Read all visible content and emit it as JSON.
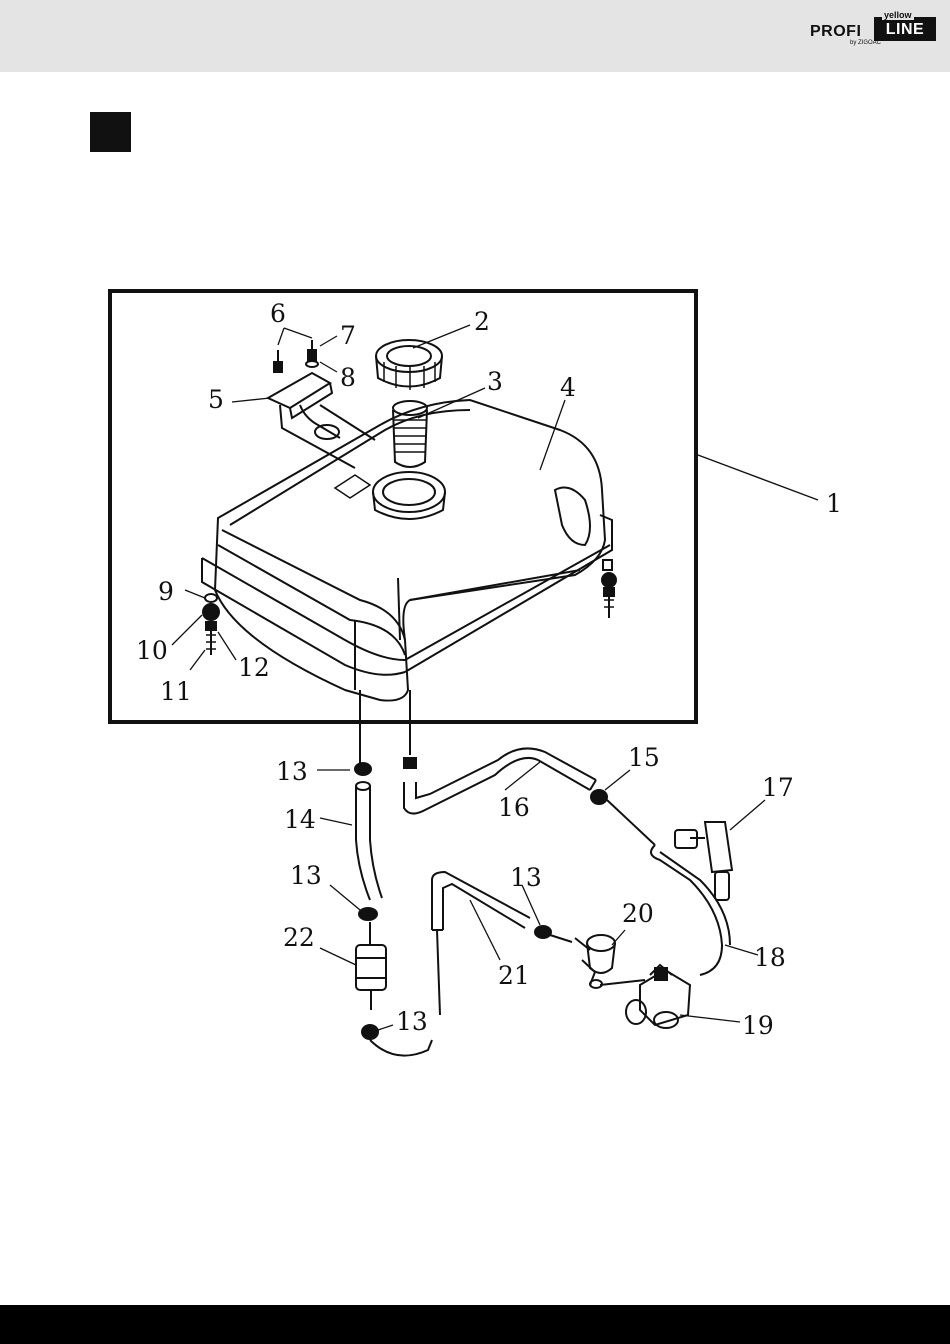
{
  "brand": {
    "profi": "PROFI",
    "line": "LINE",
    "yellow": "yellow",
    "by": "by ZIGOAC"
  },
  "diagram": {
    "labels": {
      "p1": "1",
      "p2": "2",
      "p3": "3",
      "p4": "4",
      "p5": "5",
      "p6": "6",
      "p7": "7",
      "p8": "8",
      "p9": "9",
      "p10": "10",
      "p11": "11",
      "p12": "12",
      "p13a": "13",
      "p13b": "13",
      "p13c": "13",
      "p13d": "13",
      "p14": "14",
      "p15": "15",
      "p16": "16",
      "p17": "17",
      "p18": "18",
      "p19": "19",
      "p20": "20",
      "p21": "21",
      "p22": "22"
    }
  },
  "colors": {
    "header_bg": "#e4e4e4",
    "footer_bg": "#000000",
    "ink": "#111111"
  }
}
